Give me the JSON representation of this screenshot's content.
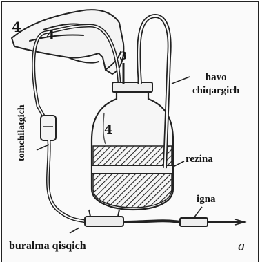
{
  "labels": {
    "air_vent": "havo\nchiqargich",
    "rubber": "rezina",
    "dropper": "tomchilatgich",
    "needle": "igna",
    "twist_clamp": "buralma qisqich",
    "panel_letter": "a"
  },
  "markers": {
    "m1": "4",
    "m2": "4",
    "m3": "3",
    "m4": "4"
  }
}
